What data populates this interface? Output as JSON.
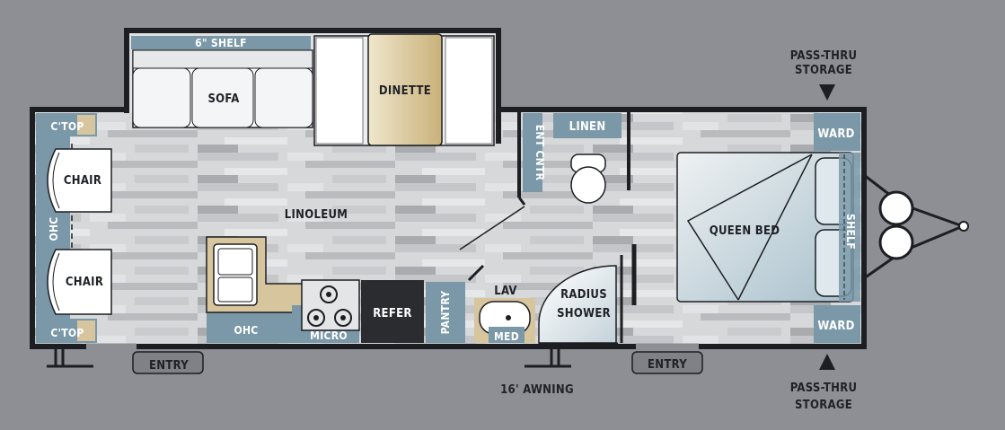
{
  "labels": {
    "shelf_6in": "6\" SHELF",
    "sofa": "SOFA",
    "dinette": "DINETTE",
    "ctop_top": "C'TOP",
    "ctop_bottom": "C'TOP",
    "chair_top": "CHAIR",
    "chair_bottom": "CHAIR",
    "ohc_front": "OHC",
    "linoleum": "LINOLEUM",
    "ohc_kitchen": "OHC",
    "micro": "MICRO",
    "refer": "REFER",
    "pantry": "PANTRY",
    "lav": "LAV",
    "med": "MED",
    "radius_shower": [
      "RADIUS",
      "SHOWER"
    ],
    "ent_cntr": "ENT CNTR",
    "linen": "LINEN",
    "queen_bed": "QUEEN BED",
    "shelf_bed": "SHELF",
    "ward_top": "WARD",
    "ward_bottom": "WARD",
    "pass_thru_top": [
      "PASS-THRU",
      "STORAGE"
    ],
    "pass_thru_bottom": [
      "PASS-THRU",
      "STORAGE"
    ],
    "entry_left": "ENTRY",
    "entry_right": "ENTRY",
    "awning": "16' AWNING"
  },
  "colors": {
    "background": "#8d8f94",
    "wall": "#1c1e22",
    "cabinet_blue": "#7a98a8",
    "floor_light": "#d8dadc",
    "floor_dark": "#9a9ca0",
    "counter_tan": "#d7c59e",
    "refer_dark": "#2a2c30"
  }
}
